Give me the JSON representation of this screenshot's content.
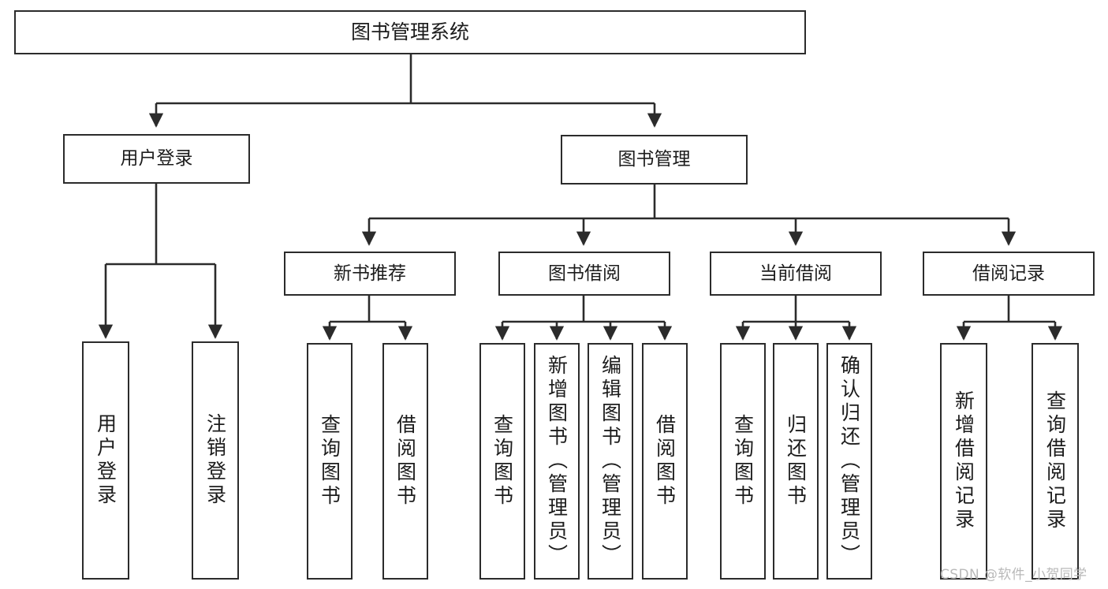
{
  "diagram": {
    "title": "图书管理系统",
    "type": "hierarchy-tree",
    "watermark": "CSDN @软件_小贺同学",
    "colors": {
      "stroke": "#2b2b2b",
      "fill": "#ffffff",
      "text": "#1c1c1c",
      "watermark": "#b9b9b9"
    },
    "nodes": {
      "root": {
        "label": "图书管理系统"
      },
      "level1": [
        {
          "id": "user-login",
          "label": "用户登录"
        },
        {
          "id": "book-management",
          "label": "图书管理"
        }
      ],
      "level2": [
        {
          "id": "new-book-recommend",
          "label": "新书推荐"
        },
        {
          "id": "book-borrow",
          "label": "图书借阅"
        },
        {
          "id": "current-borrow",
          "label": "当前借阅"
        },
        {
          "id": "borrow-record",
          "label": "借阅记录"
        }
      ],
      "leaves": {
        "user-login": [
          {
            "id": "leaf-user-login",
            "label": "用户登录"
          },
          {
            "id": "leaf-logout",
            "label": "注销登录"
          }
        ],
        "new-book-recommend": [
          {
            "id": "leaf-query-book-1",
            "label": "查询图书"
          },
          {
            "id": "leaf-borrow-book-1",
            "label": "借阅图书"
          }
        ],
        "book-borrow": [
          {
            "id": "leaf-query-book-2",
            "label": "查询图书"
          },
          {
            "id": "leaf-add-book",
            "label": "新增图书（管理员）"
          },
          {
            "id": "leaf-edit-book",
            "label": "编辑图书（管理员）"
          },
          {
            "id": "leaf-borrow-book-2",
            "label": "借阅图书"
          }
        ],
        "current-borrow": [
          {
            "id": "leaf-query-book-3",
            "label": "查询图书"
          },
          {
            "id": "leaf-return-book",
            "label": "归还图书"
          },
          {
            "id": "leaf-confirm-return",
            "label": "确认归还（管理员）"
          }
        ],
        "borrow-record": [
          {
            "id": "leaf-add-record",
            "label": "新增借阅记录"
          },
          {
            "id": "leaf-query-record",
            "label": "查询借阅记录"
          }
        ]
      }
    }
  }
}
